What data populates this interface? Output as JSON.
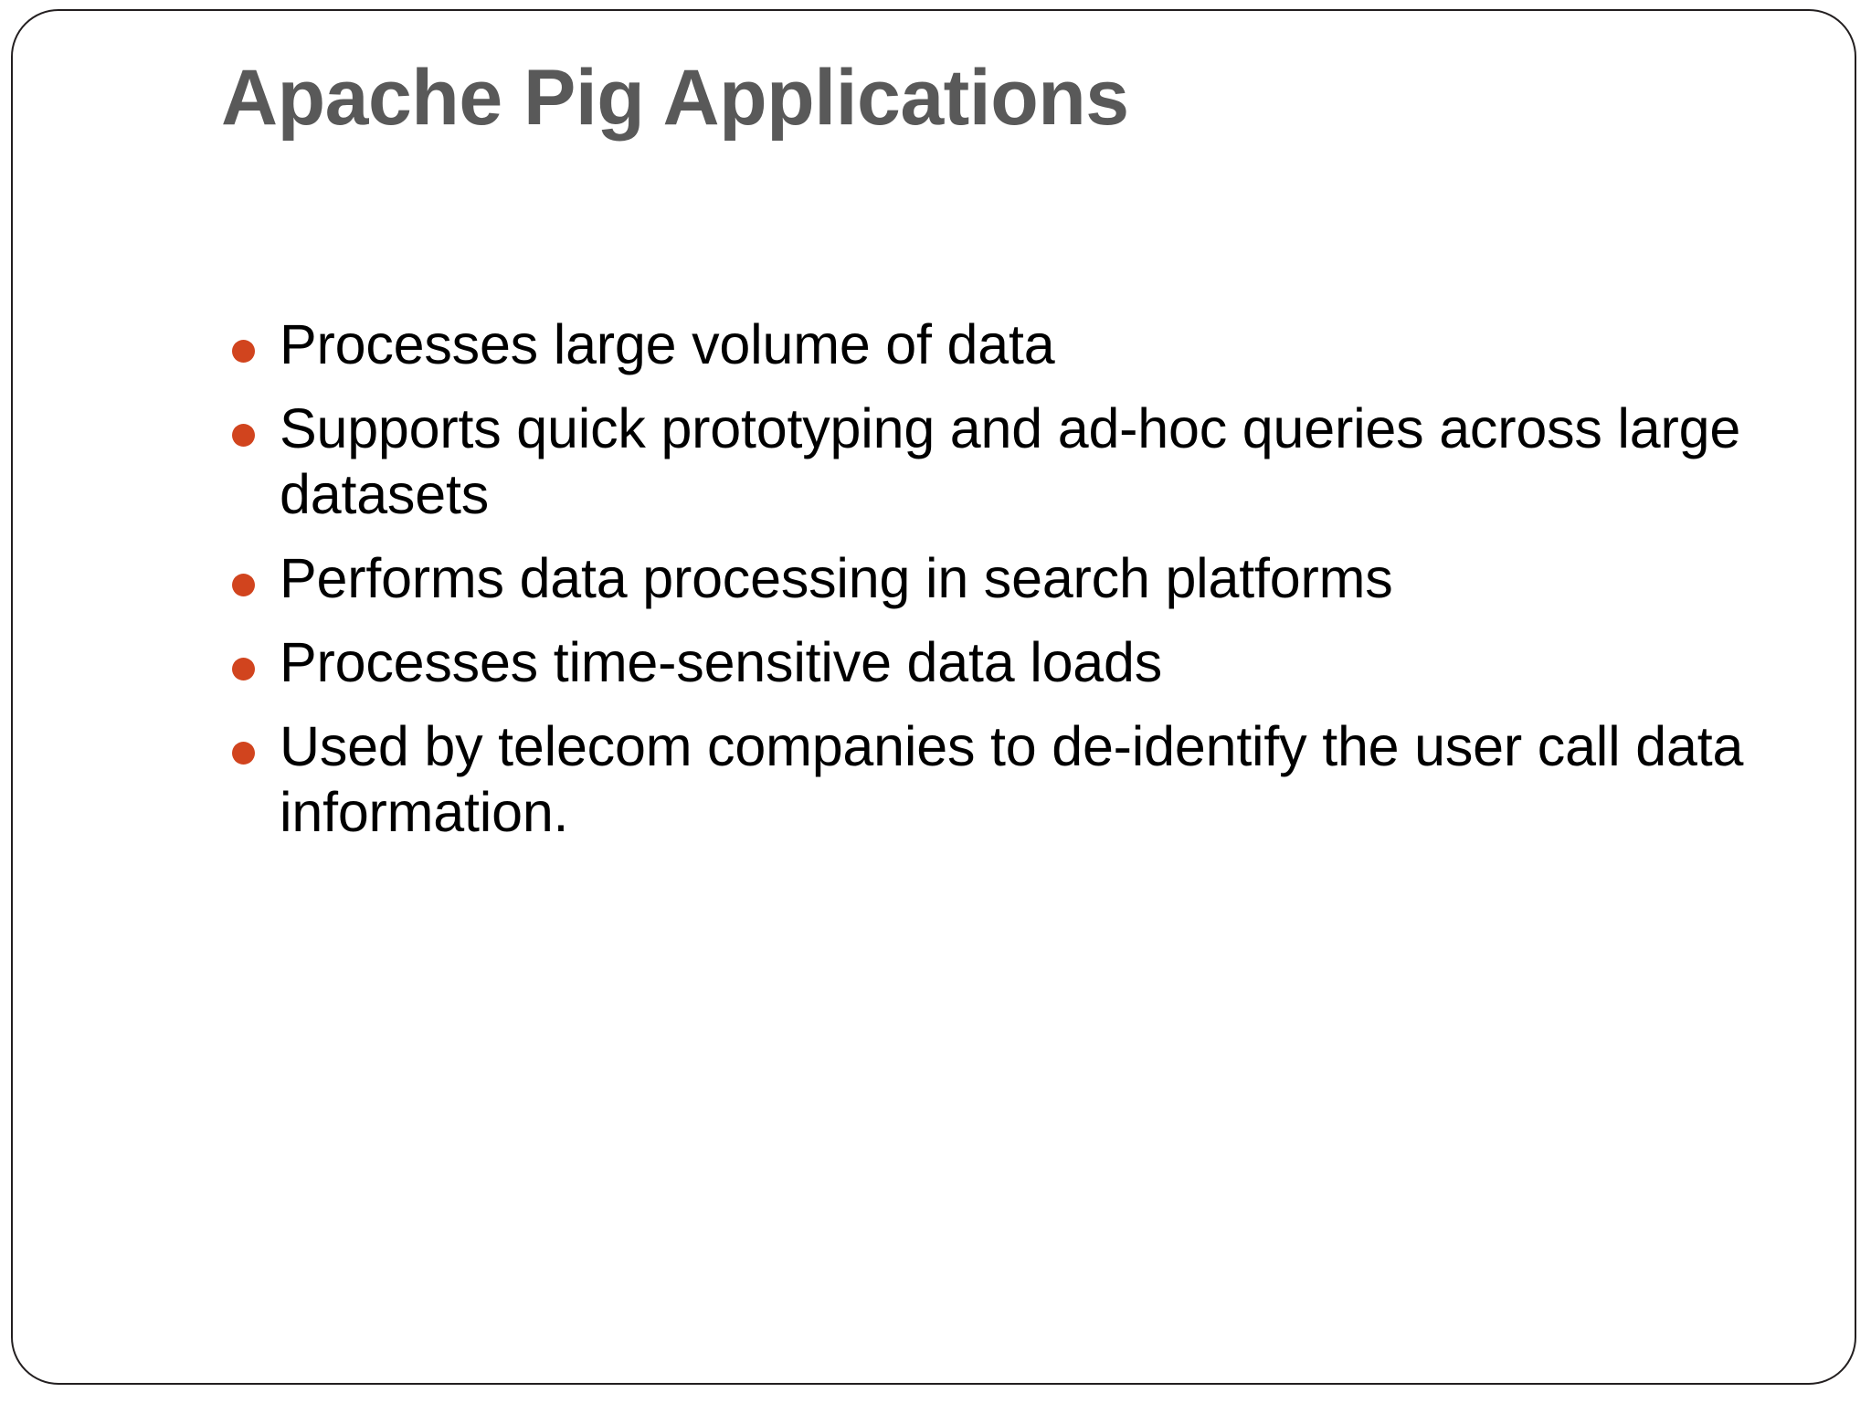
{
  "slide": {
    "title": "Apache Pig Applications",
    "accent_color": "#d1441e",
    "title_color": "#595959",
    "text_color": "#000000",
    "background_color": "#ffffff",
    "border_color": "#231f20",
    "bullets": [
      {
        "text": "Processes large volume of data",
        "marker": "bullet-dot"
      },
      {
        "text": "Supports quick prototyping and ad-hoc queries across large datasets",
        "marker": "bullet-dot"
      },
      {
        "text": "Performs data processing in search platforms",
        "marker": "bullet-dot"
      },
      {
        "text": "Processes time-sensitive data loads",
        "marker": "bullet-dot"
      },
      {
        "text": "Used by telecom companies to de-identify the user call data information.",
        "marker": "bullet-dot"
      }
    ]
  }
}
